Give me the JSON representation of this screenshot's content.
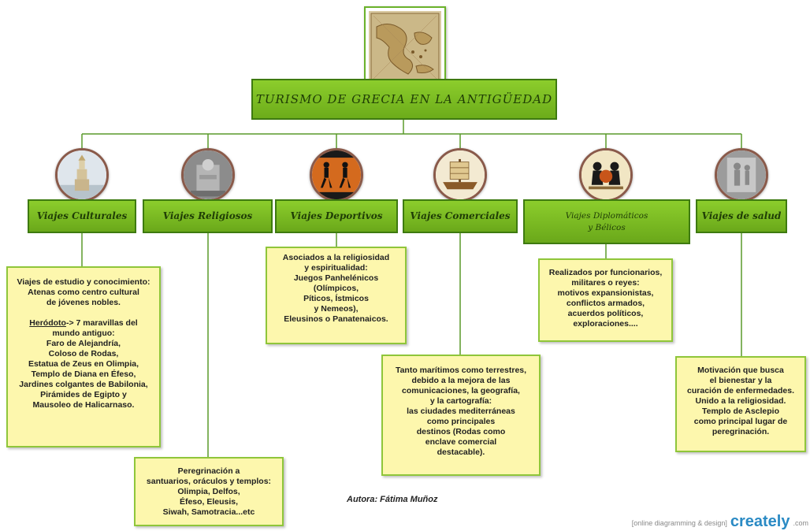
{
  "title": "TURISMO DE GRECIA EN LA ANTIGÜEDAD",
  "categories": [
    {
      "label": "Viajes Culturales",
      "icon": "lighthouse-icon"
    },
    {
      "label": "Viajes Religiosos",
      "icon": "zeus-statue-icon"
    },
    {
      "label": "Viajes Deportivos",
      "icon": "athletes-vase-icon"
    },
    {
      "label": "Viajes Comerciales",
      "icon": "ship-icon"
    },
    {
      "label_line1": "Viajes Diplomáticos",
      "label_line2": "y Bélicos",
      "icon": "warriors-icon"
    },
    {
      "label": "Viajes de salud",
      "icon": "asclepius-relief-icon"
    }
  ],
  "notes": {
    "culturales": {
      "lines": [
        "Viajes de estudio y conocimiento:",
        "Atenas como centro cultural",
        "de jóvenes nobles."
      ],
      "herodoto_link": "Heródoto",
      "herodoto_rest": "-> 7 maravillas del",
      "lines2": [
        "mundo antiguo:",
        "Faro de Alejandría,",
        "Coloso de Rodas,",
        "Estatua de Zeus en Olimpia,",
        "Templo de Diana en Éfeso,",
        "Jardines colgantes de Babilonia,",
        "Pirámides de Egipto y",
        "Mausoleo de Halicarnaso."
      ]
    },
    "religiosos": {
      "lines": [
        "Peregrinación a",
        "santuarios, oráculos y templos:",
        "Olimpia, Delfos,",
        "Éfeso, Eleusis,",
        "Siwah, Samotracia...etc"
      ]
    },
    "deportivos": {
      "lines": [
        "Asociados a la religiosidad",
        "y espiritualidad:",
        "Juegos Panhelénicos",
        "(Olímpicos,",
        "Píticos, Ístmicos",
        "y Nemeos),",
        "Eleusinos o Panatenaicos."
      ]
    },
    "comerciales": {
      "lines": [
        "Tanto marítimos como terrestres,",
        "debido a la mejora de las",
        "comunicaciones, la geografía,",
        "y la cartografía:",
        "las ciudades mediterráneas",
        "como principales",
        "destinos (Rodas como",
        "enclave comercial",
        "destacable)."
      ]
    },
    "diplomaticos": {
      "lines": [
        "Realizados por funcionarios,",
        "militares o reyes:",
        "motivos expansionistas,",
        "conflictos armados,",
        "acuerdos políticos,",
        "exploraciones...."
      ]
    },
    "salud": {
      "lines": [
        "Motivación que busca",
        "el bienestar y la",
        "curación de enfermedades.",
        "Unido a la religiosidad.",
        "Templo de Asclepio",
        "como principal lugar de",
        "peregrinación."
      ]
    }
  },
  "author": "Autora: Fátima Muñoz",
  "footer": {
    "tagline": "[online diagramming & design]",
    "brand": "creately",
    "suffix": ".com"
  },
  "colors": {
    "green": "#7cbd24",
    "green_border": "#3e7a10",
    "note_fill": "#fdf7ad",
    "connector": "#5a9a2a"
  }
}
